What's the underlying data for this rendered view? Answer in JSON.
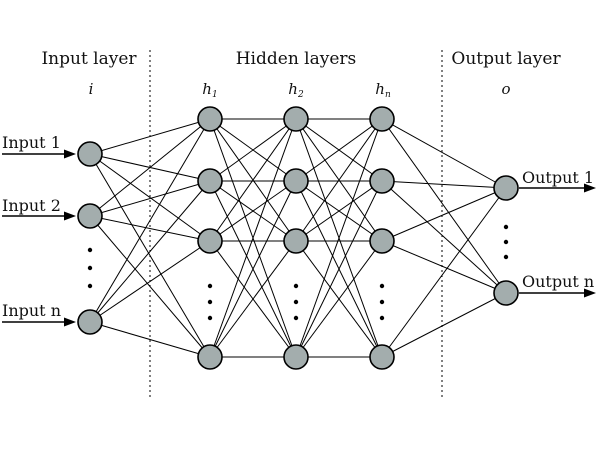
{
  "sections": {
    "input": "Input layer",
    "hidden": "Hidden layers",
    "output": "Output layer"
  },
  "layer_symbols": {
    "input": "i",
    "hidden1": {
      "base": "h",
      "sub": "1"
    },
    "hidden2": {
      "base": "h",
      "sub": "2"
    },
    "hiddenN": {
      "base": "h",
      "sub": "n"
    },
    "output": "o"
  },
  "inputs": [
    "Input 1",
    "Input 2",
    "Input n"
  ],
  "outputs": [
    "Output 1",
    "Output n"
  ],
  "colors": {
    "node_fill": "#a3adad",
    "stroke": "#000000"
  }
}
